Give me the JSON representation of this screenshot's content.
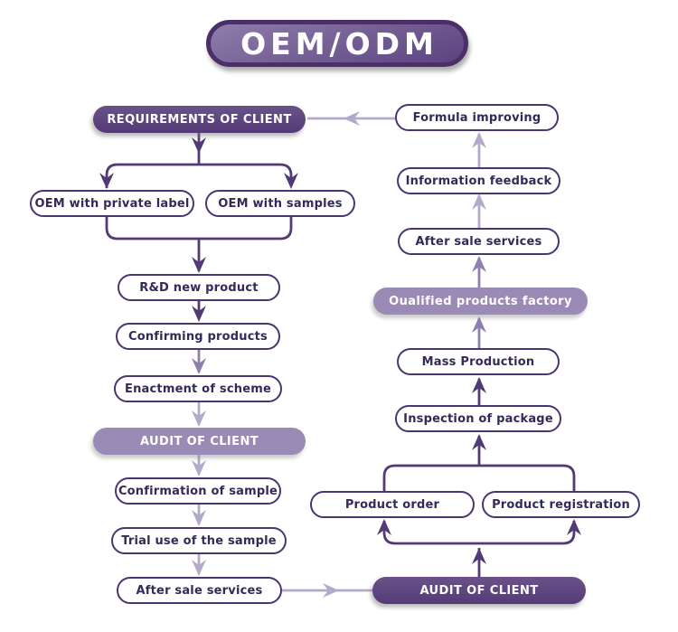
{
  "title": {
    "label": "OEM/ODM"
  },
  "colors": {
    "dark_connector": "#533a76",
    "medium_connector": "#8d80ad",
    "light_connector": "#b2a9cb",
    "dark_header_fill": "#5a4179",
    "light_header_fill": "#998bb5",
    "box_border": "#4a3471",
    "box_text": "#332a58",
    "title_border": "#4b2f68",
    "background": "#ffffff"
  },
  "nodes": {
    "requirements_of_client": "REQUIREMENTS OF CLIENT",
    "oem_with_private_label": "OEM with private label",
    "oem_with_samples": "OEM with samples",
    "rd_new_product": "R&D new product",
    "confirming_products": "Confirming products",
    "enactment_of_scheme": "Enactment of scheme",
    "audit_of_client_left": "AUDIT OF CLIENT",
    "confirmation_of_sample": "Confirmation of sample",
    "trial_use_of_the_sample": "Trial use of the sample",
    "after_sale_services_left": "After sale services",
    "audit_of_client_right": "AUDIT OF CLIENT",
    "product_order": "Product order",
    "product_registration": "Product registration",
    "inspection_of_package": "Inspection of package",
    "mass_production": "Mass Production",
    "qualified_products_factory": "Oualified products factory",
    "after_sale_services_right": "After sale services",
    "information_feedback": "Information feedback",
    "formula_improving": "Formula improving"
  }
}
